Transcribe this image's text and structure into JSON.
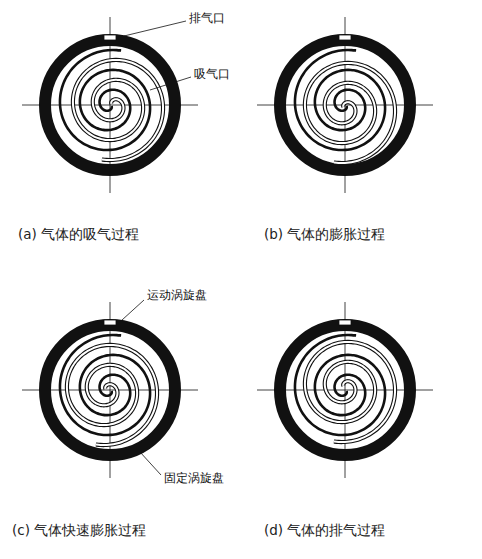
{
  "diagram": {
    "labels": [
      "排气口",
      "吸气口",
      "(a) 气体的吸气过程",
      "(b) 气体的膨胀过程",
      "运动涡旋盘",
      "固定涡旋盘",
      "(c) 气体快速膨胀过程",
      "(d) 气体的排气过程"
    ]
  }
}
